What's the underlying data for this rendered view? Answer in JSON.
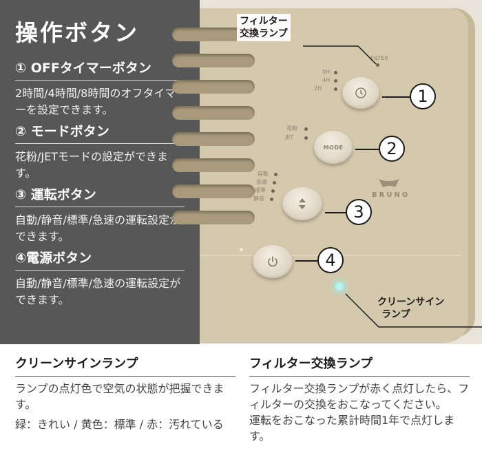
{
  "panel": {
    "title": "操作ボタン",
    "sections": [
      {
        "heading": "① OFFタイマーボタン",
        "body": "2時間/4時間/8時間のオフタイマーを設定できます。"
      },
      {
        "heading": "② モードボタン",
        "body": "花粉/JETモードの設定ができます。"
      },
      {
        "heading": "③ 運転ボタン",
        "body": "自動/静音/標準/急速の運転設定ができます。"
      },
      {
        "heading": "④電源ボタン",
        "body": "自動/静音/標準/急速の運転設定ができます。"
      }
    ]
  },
  "device": {
    "filter_label": "FILTER",
    "timer_labels": [
      "8H",
      "4H",
      "2H"
    ],
    "mode_labels": [
      "花粉",
      "JET"
    ],
    "mode_button_text": "MODE",
    "speed_labels": [
      "自動",
      "急速",
      "標準",
      "静音"
    ],
    "brand": "BRUNO",
    "callouts": [
      "1",
      "2",
      "3",
      "4"
    ],
    "filter_note": {
      "line1": "フィルター",
      "line2": "交換ランプ"
    },
    "clean_note": {
      "line1": "クリーンサイン",
      "line2": "ランプ"
    }
  },
  "bottom": {
    "clean": {
      "heading": "クリーンサインランプ",
      "para1": "ランプの点灯色で空気の状態が把握できます。",
      "para2": "緑：きれい / 黄色：標準 / 赤：汚れている"
    },
    "filter": {
      "heading": "フィルター交換ランプ",
      "para1": "フィルター交換ランプが赤く点灯したら、フィルターの交換をおこなってください。",
      "para2": "運転をおこなった累計時間1年で点灯します。"
    }
  }
}
